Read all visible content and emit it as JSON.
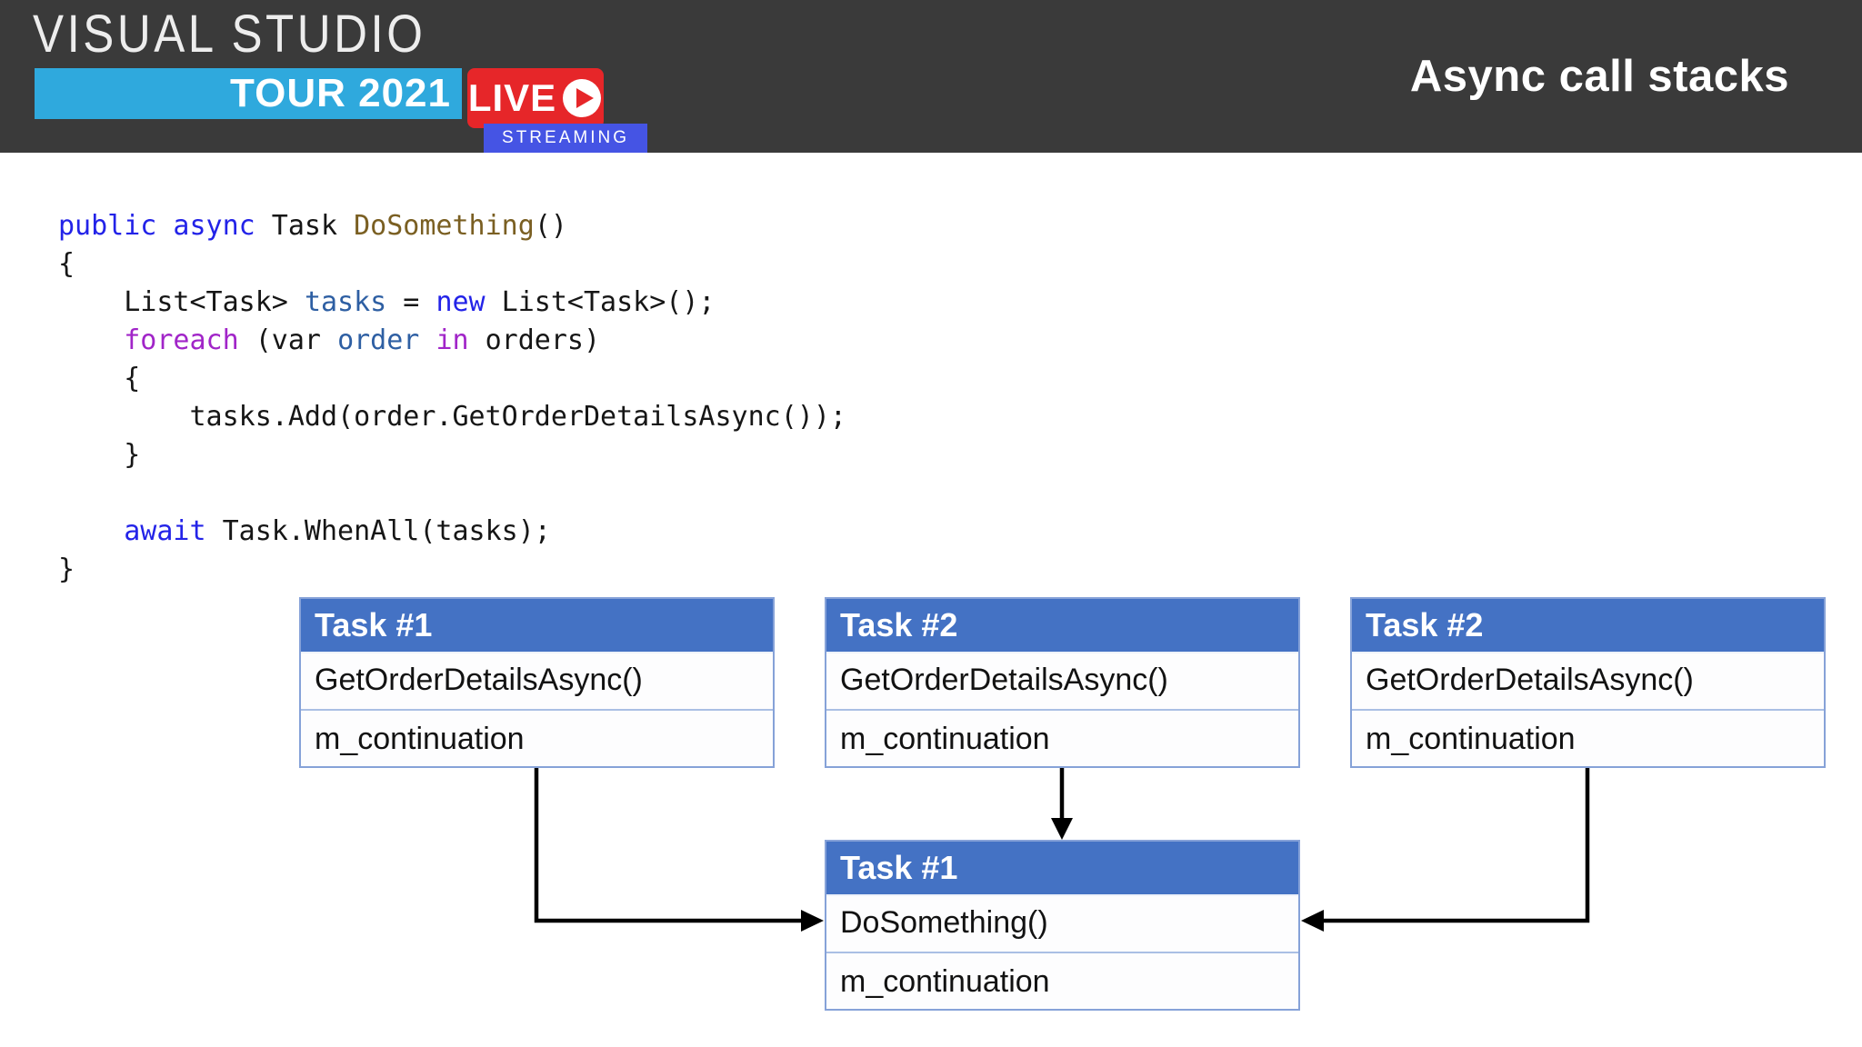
{
  "header": {
    "logo": {
      "line1": "VISUAL STUDIO",
      "line2": "TOUR 2021",
      "live": "LIVE",
      "streaming": "STREAMING",
      "play_icon": "play-icon"
    },
    "title": "Async call stacks"
  },
  "colors": {
    "header_bg": "#3a3a3a",
    "accent_cyan": "#2fa9dd",
    "accent_red": "#e62629",
    "accent_royal": "#4554e4",
    "task_header_bg": "#4472c4",
    "task_border": "#86a2d8",
    "task_separator": "#aabfe4",
    "code_keyword": "#2323e8",
    "code_control": "#a125c8",
    "code_method": "#7a5f22",
    "code_variable": "#2e5fa3",
    "code_default": "#161616",
    "arrow": "#000000"
  },
  "code": {
    "language": "csharp",
    "lines": [
      [
        {
          "t": "public async",
          "c": "kw"
        },
        {
          "t": " Task ",
          "c": "df"
        },
        {
          "t": "DoSomething",
          "c": "mt"
        },
        {
          "t": "()",
          "c": "df"
        }
      ],
      [
        {
          "t": "{",
          "c": "df"
        }
      ],
      [
        {
          "t": "    List<Task> ",
          "c": "df"
        },
        {
          "t": "tasks",
          "c": "vr"
        },
        {
          "t": " = ",
          "c": "df"
        },
        {
          "t": "new",
          "c": "kw"
        },
        {
          "t": " List<Task>();",
          "c": "df"
        }
      ],
      [
        {
          "t": "    ",
          "c": "df"
        },
        {
          "t": "foreach",
          "c": "ct"
        },
        {
          "t": " (var ",
          "c": "df"
        },
        {
          "t": "order",
          "c": "vr"
        },
        {
          "t": " ",
          "c": "df"
        },
        {
          "t": "in",
          "c": "ct"
        },
        {
          "t": " orders)",
          "c": "df"
        }
      ],
      [
        {
          "t": "    {",
          "c": "df"
        }
      ],
      [
        {
          "t": "        tasks.Add(order.GetOrderDetailsAsync());",
          "c": "df"
        }
      ],
      [
        {
          "t": "    }",
          "c": "df"
        }
      ],
      [],
      [
        {
          "t": "    ",
          "c": "df"
        },
        {
          "t": "await",
          "c": "kw"
        },
        {
          "t": " Task.WhenAll(tasks);",
          "c": "df"
        }
      ],
      [
        {
          "t": "}",
          "c": "df"
        }
      ]
    ]
  },
  "diagram": {
    "boxes": [
      {
        "id": "task1-top",
        "title": "Task #1",
        "rows": [
          "GetOrderDetailsAsync()",
          "m_continuation"
        ]
      },
      {
        "id": "task2-middle",
        "title": "Task #2",
        "rows": [
          "GetOrderDetailsAsync()",
          "m_continuation"
        ]
      },
      {
        "id": "task2-right",
        "title": "Task #2",
        "rows": [
          "GetOrderDetailsAsync()",
          "m_continuation"
        ]
      },
      {
        "id": "task1-bottom",
        "title": "Task #1",
        "rows": [
          "DoSomething()",
          "m_continuation"
        ]
      }
    ],
    "edges": [
      {
        "from": "task1-top",
        "to": "task1-bottom",
        "target_row": "DoSomething()",
        "style": "elbow-right"
      },
      {
        "from": "task2-middle",
        "to": "task1-bottom",
        "target_row": "header-top",
        "style": "straight-down"
      },
      {
        "from": "task2-right",
        "to": "task1-bottom",
        "target_row": "DoSomething()",
        "style": "elbow-left"
      }
    ]
  }
}
